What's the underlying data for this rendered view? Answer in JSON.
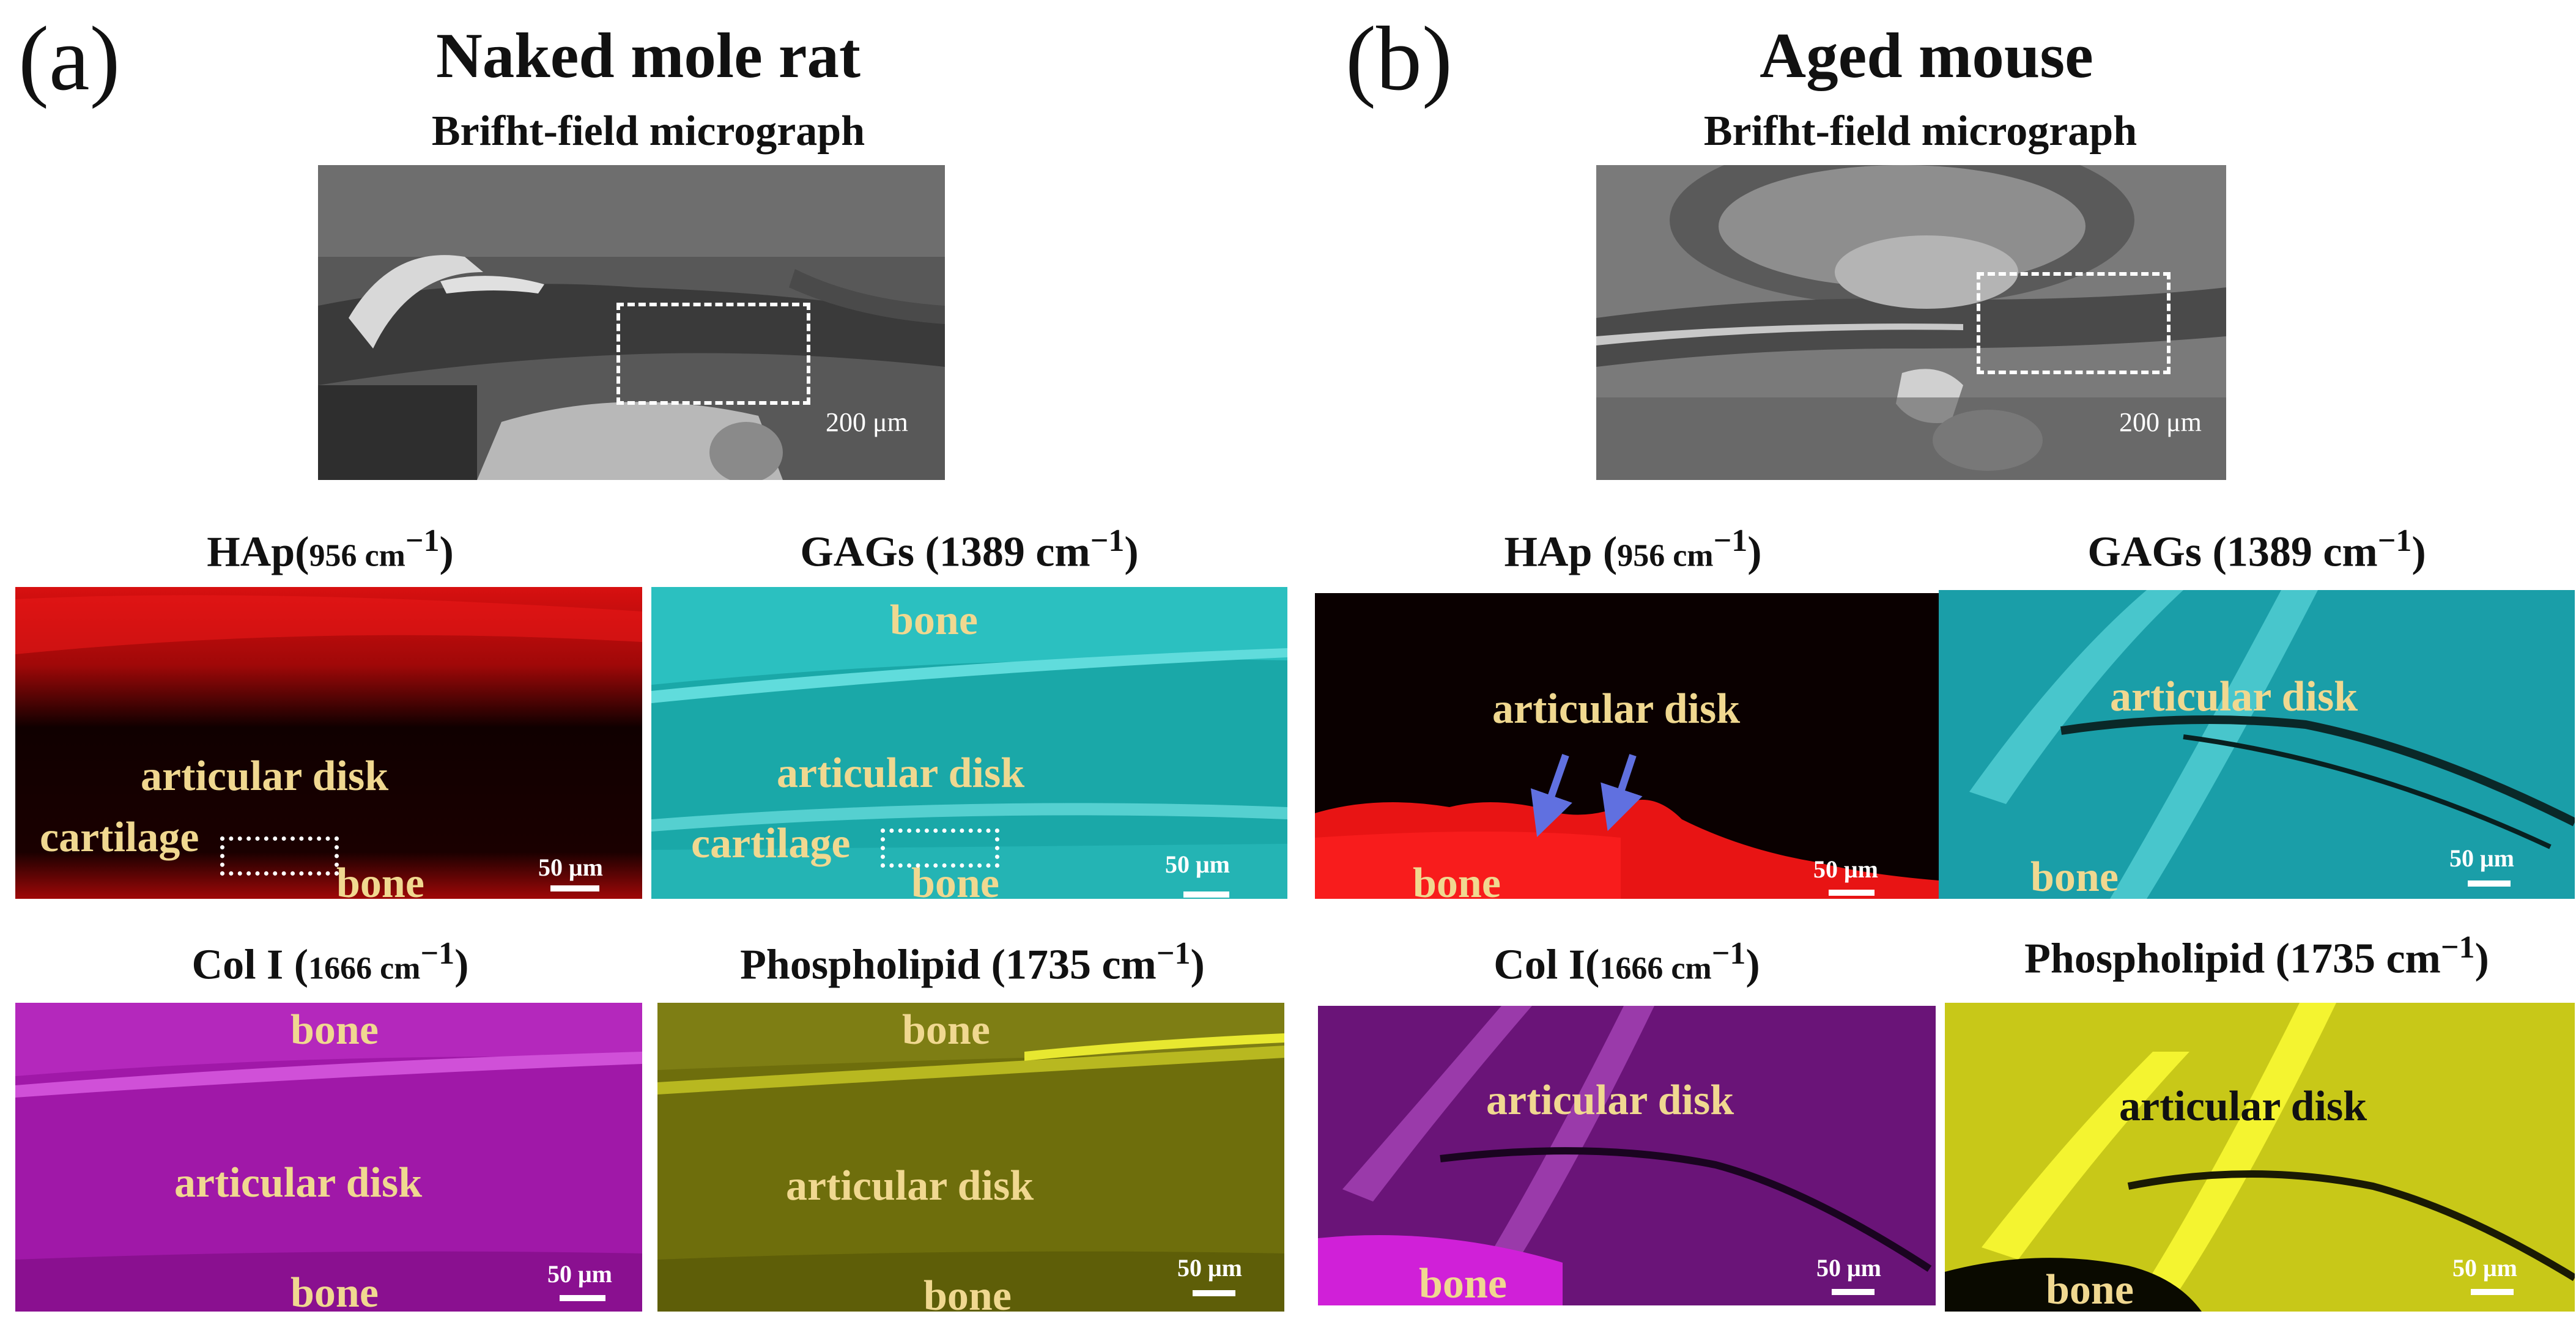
{
  "panel_a": {
    "letter": "(a)",
    "title": "Naked mole rat",
    "brightfield_title": "Brifht-field micrograph",
    "brightfield_scale": "200 μm",
    "tiles": {
      "hap": {
        "title_main": "HAp(",
        "title_small": "956 cm",
        "title_sup": "−1",
        "title_end": ")",
        "scale": "50 μm",
        "labels": [
          "articular disk",
          "cartilage",
          "bone"
        ]
      },
      "gags": {
        "title_main": "GAGs (1389 cm",
        "title_sup": "−1",
        "title_end": ")",
        "scale": "50 μm",
        "labels": [
          "bone",
          "articular disk",
          "cartilage",
          "bone"
        ]
      },
      "col": {
        "title_main": "Col I (",
        "title_small": "1666 cm",
        "title_sup": "−1",
        "title_end": ")",
        "scale": "50 μm",
        "labels": [
          "bone",
          "articular disk",
          "bone"
        ]
      },
      "phos": {
        "title_main": "Phospholipid (1735 cm",
        "title_sup": "−1",
        "title_end": ")",
        "scale": "50 μm",
        "labels": [
          "bone",
          "articular disk",
          "bone"
        ]
      }
    }
  },
  "panel_b": {
    "letter": "(b)",
    "title": "Aged mouse",
    "brightfield_title": "Brifht-field micrograph",
    "brightfield_scale": "200 μm",
    "tiles": {
      "hap": {
        "title_main": "HAp (",
        "title_small": "956 cm",
        "title_sup": "−1",
        "title_end": ")",
        "scale": "50 μm",
        "labels": [
          "articular disk",
          "bone"
        ]
      },
      "gags": {
        "title_main": "GAGs (1389 cm",
        "title_sup": "−1",
        "title_end": ")",
        "scale": "50 μm",
        "labels": [
          "articular disk",
          "bone"
        ]
      },
      "col": {
        "title_main": "Col I(",
        "title_small": "1666 cm",
        "title_sup": "−1",
        "title_end": ")",
        "scale": "50 μm",
        "labels": [
          "articular disk",
          "bone"
        ]
      },
      "phos": {
        "title_main": "Phospholipid (1735 cm",
        "title_sup": "−1",
        "title_end": ")",
        "scale": "50 μm",
        "labels": [
          "articular disk",
          "bone"
        ]
      }
    }
  },
  "colors": {
    "hap": "#e01010",
    "gags": "#1fb5b5",
    "col": "#b020b8",
    "phos_a": "#7a7a10",
    "phos_b": "#d8d820",
    "label": "#f0d890",
    "arrow": "#6070e0"
  }
}
